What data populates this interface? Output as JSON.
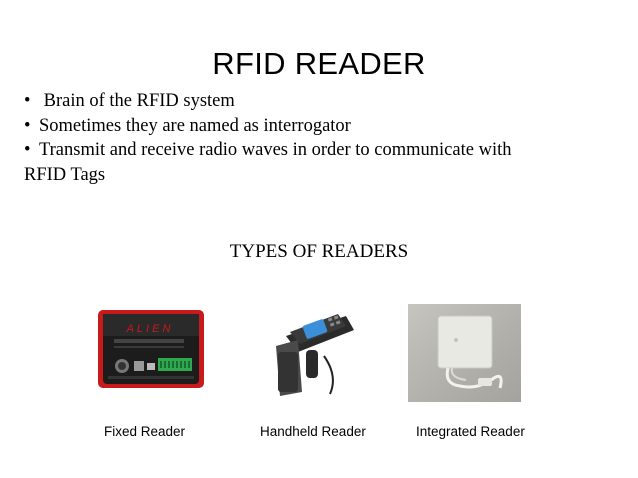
{
  "slide": {
    "title": "RFID READER",
    "bullets": [
      {
        "marker": "•",
        "text": " Brain of the RFID system"
      },
      {
        "marker": "•",
        "text": "Sometimes they are named as interrogator"
      },
      {
        "marker": "•",
        "text": "Transmit and receive radio waves in order to communicate with"
      }
    ],
    "bullet_continuation": "RFID Tags",
    "types_heading": "TYPES OF READERS",
    "readers": [
      {
        "caption": "Fixed Reader",
        "icon": "fixed-reader-icon",
        "brand": "ALIEN"
      },
      {
        "caption": "Handheld Reader",
        "icon": "handheld-reader-icon"
      },
      {
        "caption": "Integrated Reader",
        "icon": "integrated-reader-icon"
      }
    ]
  },
  "colors": {
    "fixed_reader_body": "#1c1c1c",
    "fixed_reader_edge": "#c8191b",
    "terminal_green": "#2fa84f",
    "handheld_screen": "#3b8fd8",
    "integrated_panel": "#e9e9e4",
    "integrated_bg": "#b9b8b2"
  }
}
